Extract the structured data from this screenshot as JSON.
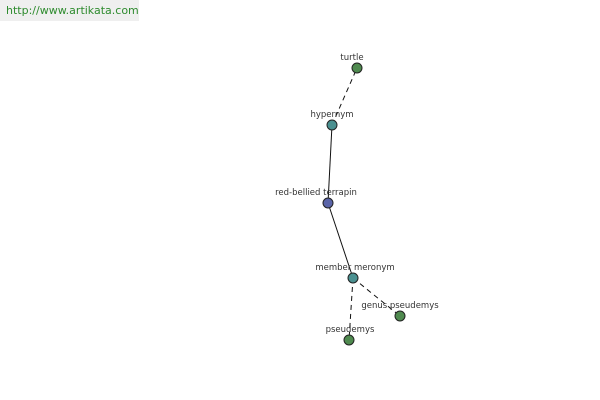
{
  "banner": {
    "url": "http://www.artikata.com"
  },
  "colors": {
    "leaf": "#4f8a4f",
    "relation": "#4a9090",
    "root": "#5a64a8"
  },
  "graph": {
    "nodes": {
      "turtle": {
        "label": "turtle",
        "kind": "leaf"
      },
      "hypernym": {
        "label": "hypernym",
        "kind": "relation"
      },
      "root": {
        "label": "red-bellied terrapin",
        "kind": "root"
      },
      "member_meronym": {
        "label": "member meronym",
        "kind": "relation"
      },
      "genus_pseudemys": {
        "label": "genus pseudemys",
        "kind": "leaf"
      },
      "pseudemys": {
        "label": "pseudemys",
        "kind": "leaf"
      }
    },
    "edges": [
      {
        "from": "hypernym",
        "to": "turtle",
        "style": "dashed"
      },
      {
        "from": "root",
        "to": "hypernym",
        "style": "solid"
      },
      {
        "from": "root",
        "to": "member_meronym",
        "style": "solid"
      },
      {
        "from": "member_meronym",
        "to": "genus_pseudemys",
        "style": "dashed"
      },
      {
        "from": "member_meronym",
        "to": "pseudemys",
        "style": "dashed"
      }
    ]
  }
}
